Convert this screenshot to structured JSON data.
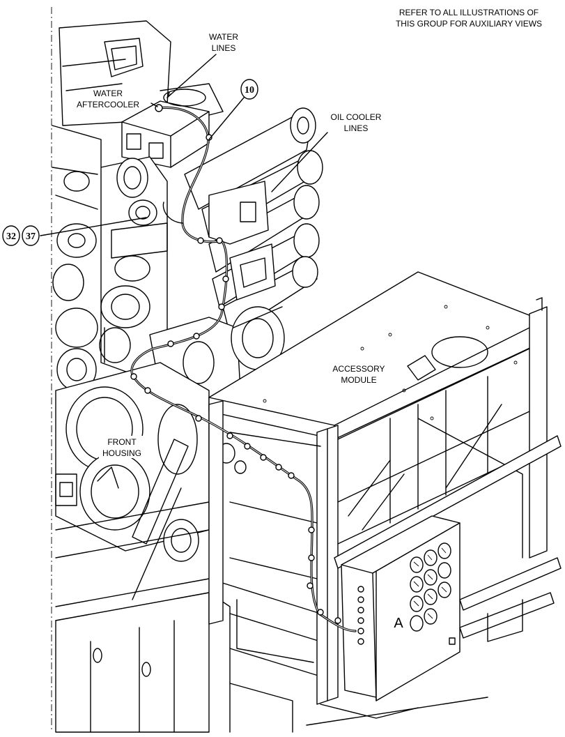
{
  "header_note": {
    "line1": "REFER TO ALL ILLUSTRATIONS OF",
    "line2": "THIS GROUP FOR AUXILIARY VIEWS"
  },
  "labels": {
    "water_lines": [
      "WATER",
      "LINES"
    ],
    "water_aftercooler": [
      "WATER",
      "AFTERCOOLER"
    ],
    "oil_cooler_lines": [
      "OIL COOLER",
      "LINES"
    ],
    "accessory_module": [
      "ACCESSORY",
      "MODULE"
    ],
    "front_housing": [
      "FRONT",
      "HOUSING"
    ],
    "view_letter": "A"
  },
  "callouts": {
    "c10": "10",
    "c32": "32",
    "c37": "37"
  },
  "icons": [
    "callout-balloon",
    "leader-arrow",
    "gauge-dial"
  ]
}
